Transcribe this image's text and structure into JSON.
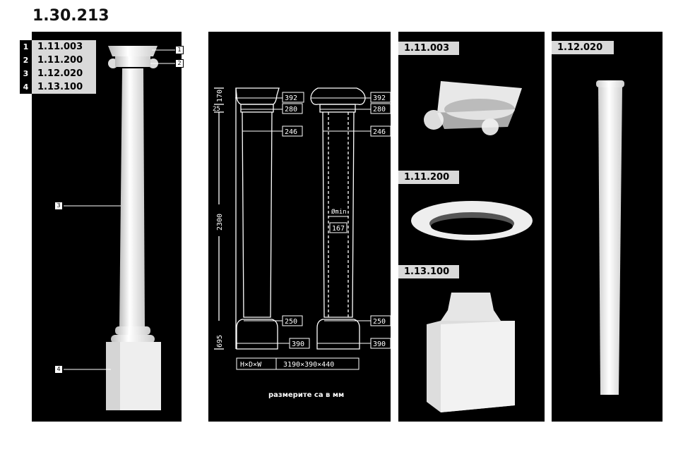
{
  "title": "1.30.213",
  "legend": [
    {
      "num": "1",
      "code": "1.11.003"
    },
    {
      "num": "2",
      "code": "1.11.200"
    },
    {
      "num": "3",
      "code": "1.12.020"
    },
    {
      "num": "4",
      "code": "1.13.100"
    }
  ],
  "callouts": [
    "1",
    "2",
    "3",
    "4"
  ],
  "drawing": {
    "heights": [
      "170",
      "25",
      "2300",
      "695"
    ],
    "widths": [
      "392",
      "280",
      "246",
      "250",
      "390"
    ],
    "min_label": "Ømin",
    "min_value": "167",
    "hdw_label": "H×D×W",
    "hdw_value": "3190×390×440",
    "note": "размерите са в мм"
  },
  "parts": {
    "capital": "1.11.003",
    "ring": "1.11.200",
    "base": "1.13.100",
    "shaft": "1.12.020"
  }
}
